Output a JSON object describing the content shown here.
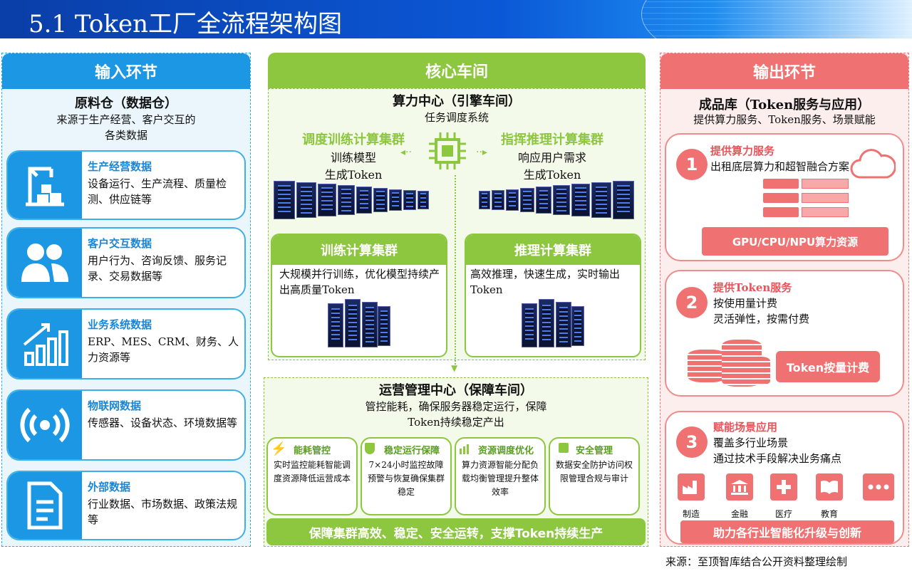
{
  "header": {
    "title": "5.1 Token工厂全流程架构图"
  },
  "input": {
    "head": "输入环节",
    "warehouse_title": "原料仓（数据仓）",
    "warehouse_desc_1": "来源于生产经营、客户交互的",
    "warehouse_desc_2": "各类数据",
    "cards": [
      {
        "title": "生产经营数据",
        "text": "设备运行、生产流程、质量检测、供应链等",
        "icon": "crane-icon"
      },
      {
        "title": "客户交互数据",
        "text": "用户行为、咨询反馈、服务记录、交易数据等",
        "icon": "users-icon"
      },
      {
        "title": "业务系统数据",
        "text": "ERP、MES、CRM、财务、人力资源等",
        "icon": "bar-chart-icon"
      },
      {
        "title": "物联网数据",
        "text": "传感器、设备状态、环境数据等",
        "icon": "signal-icon"
      },
      {
        "title": "外部数据",
        "text": "行业数据、市场数据、政策法规等",
        "icon": "document-icon"
      }
    ]
  },
  "core": {
    "head": "核心车间",
    "compute_title": "算力中心（引擎车间）",
    "compute_sub": "任务调度系统",
    "train_sched_title": "调度训练计算集群",
    "train_sched_l1": "训练模型",
    "train_sched_l2": "生成Token",
    "infer_sched_title": "指挥推理计算集群",
    "infer_sched_l1": "响应用户需求",
    "infer_sched_l2": "生成Token",
    "train_cluster_title": "训练计算集群",
    "train_cluster_text": "大规模并行训练，优化模型持续产出高质量Token",
    "infer_cluster_title": "推理计算集群",
    "infer_cluster_text": "高效推理，快速生成，实时输出Token",
    "ops_title": "运营管理中心（保障车间）",
    "ops_desc_1": "管控能耗，确保服务器稳定运行，保障",
    "ops_desc_2": "Token持续稳定产出",
    "ops_items": [
      {
        "title": "能耗管控",
        "text": "实时监控能耗智能调度资源降低运营成本",
        "icon": "lightning-icon"
      },
      {
        "title": "稳定运行保障",
        "text": "7×24小时监控故障预警与恢复确保集群稳定",
        "icon": "shield-icon"
      },
      {
        "title": "资源调度优化",
        "text": "算力资源智能分配负载均衡管理提升整体效率",
        "icon": "chart-icon"
      },
      {
        "title": "安全管理",
        "text": "数据安全防护访问权限管理合规与审计",
        "icon": "lock-icon"
      }
    ],
    "footer": "保障集群高效、稳定、安全运转，支撑Token持续生产"
  },
  "output": {
    "head": "输出环节",
    "store_title": "成品库（Token服务与应用）",
    "store_desc": "提供算力服务、Token服务、场景赋能",
    "services": [
      {
        "num": "1",
        "title": "提供算力服务",
        "text": "出租底层算力和超智融合方案",
        "pill": "GPU/CPU/NPU算力资源"
      },
      {
        "num": "2",
        "title": "提供Token服务",
        "text_1": "按使用量计费",
        "text_2": "灵活弹性，按需付费",
        "pill": "Token按量计费"
      },
      {
        "num": "3",
        "title": "赋能场景应用",
        "text_1": "覆盖多行业场景",
        "text_2": "通过技术手段解决业务痛点",
        "pill": "助力各行业智能化升级与创新"
      }
    ],
    "industries": [
      {
        "label": "制造",
        "icon": "factory-icon"
      },
      {
        "label": "金融",
        "icon": "bank-icon"
      },
      {
        "label": "医疗",
        "icon": "medical-icon"
      },
      {
        "label": "教育",
        "icon": "book-icon"
      },
      {
        "label": "",
        "icon": "more-icon"
      }
    ]
  },
  "source": "来源：至顶智库结合公开资料整理绘制",
  "colors": {
    "blue": "#1b97e4",
    "green": "#8dc63f",
    "red": "#f07171"
  }
}
